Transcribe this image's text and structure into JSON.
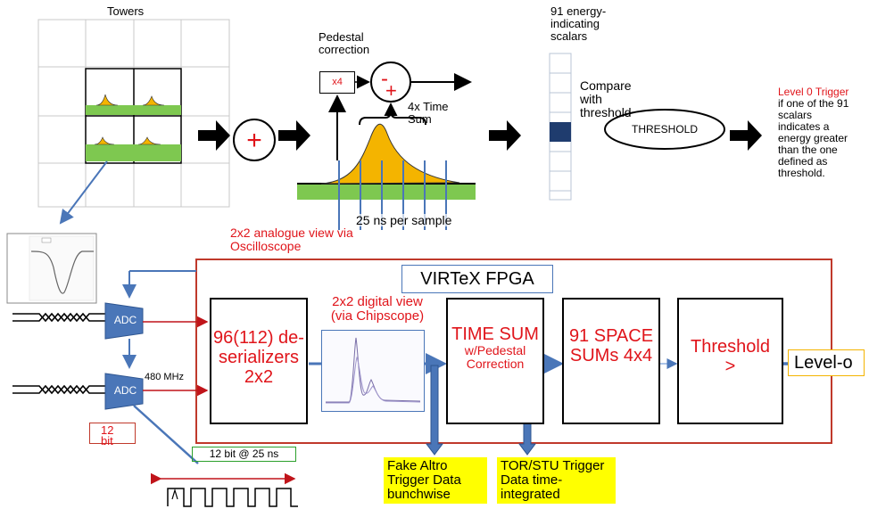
{
  "towers_label": "Towers",
  "pedestal": {
    "label": "Pedestal correction",
    "multiplier": "x4"
  },
  "time_sum_label": "4x Time Sum",
  "sample_label": "25 ns per sample",
  "scalars_label": "91 energy-indicating scalars",
  "compare_label": "Compare with threshold",
  "threshold_label": "THRESHOLD",
  "level0": {
    "prefix": "Level 0 Trigger",
    "text": "if one of the 91 scalars indicates a energy greater than the one defined as threshold."
  },
  "analogue_view": "2x2 analogue view via Oscilloscope",
  "fpga_title": "VIRTeX  FPGA",
  "digital_view": "2x2 digital view (via Chipscope)",
  "adc_label": "ADC",
  "mhz_label": "480 MHz",
  "bit_label": "12 bit",
  "clock_label": "12 bit @ 25 ns",
  "blocks": {
    "deserializers": "96(112) de-serializers 2x2",
    "time_sum": "TIME SUM",
    "time_sum_sub": "w/Pedestal Correction",
    "space_sums": "91 SPACE SUMs 4x4",
    "threshold": "Threshold >"
  },
  "level_o": "Level-o",
  "outputs": {
    "fake_altro": "Fake Altro Trigger Data bunchwise",
    "tor_stu": "TOR/STU Trigger Data time-integrated"
  },
  "colors": {
    "red": "#e0141a",
    "green": "#7ec850",
    "orange": "#f4b400",
    "blue": "#4a76b8",
    "yellow": "#ffff00",
    "fpga_border": "#c0392b"
  }
}
